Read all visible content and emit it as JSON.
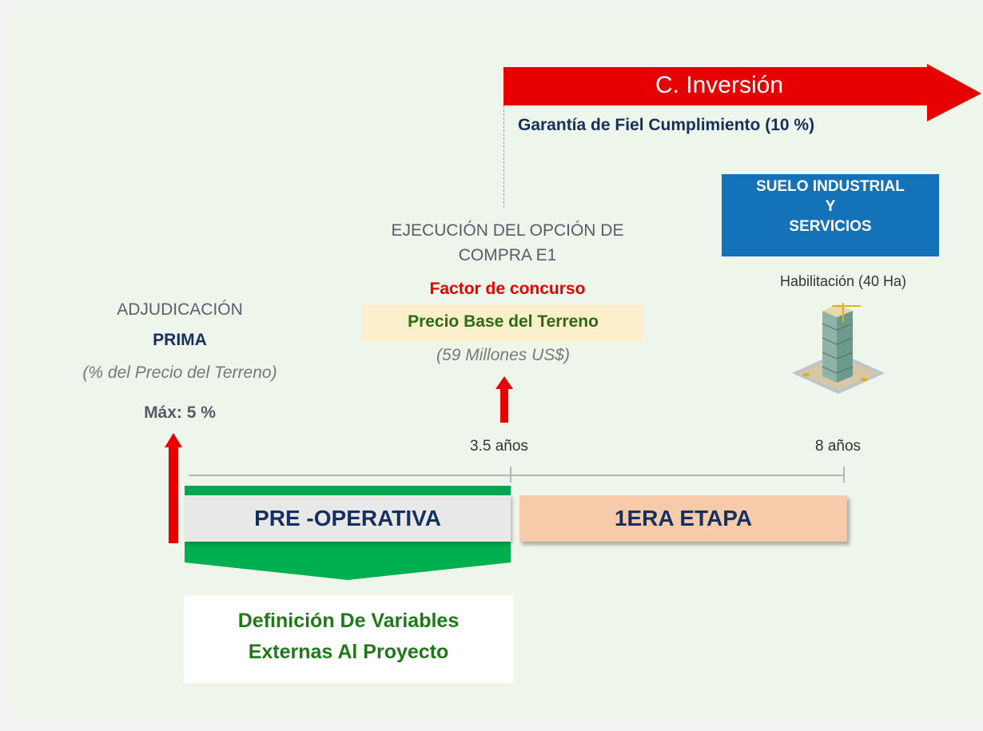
{
  "arrow": {
    "label": "C. Inversión",
    "color": "#e60000"
  },
  "guarantee": "Garantía de Fiel Cumplimiento (10 %)",
  "suelo_box": {
    "line1": "SUELO INDUSTRIAL",
    "line2": "Y",
    "line3": "SERVICIOS",
    "color": "#1472b8"
  },
  "habilitacion": "Habilitación (40 Ha)",
  "ejecucion": {
    "line1": "EJECUCIÓN DEL OPCIÓN DE",
    "line2": "COMPRA E1"
  },
  "factor": "Factor de concurso",
  "precio_base": "Precio Base del Terreno",
  "millones": "(59 Millones US$)",
  "adjudicacion": {
    "title": "ADJUDICACIÓN",
    "prima": "PRIMA",
    "pct": "(% del Precio del Terreno)",
    "max": "Máx: 5 %"
  },
  "timeline": {
    "mark_35": "3.5 años",
    "mark_8": "8 años"
  },
  "phases": {
    "pre_operativa": "PRE -OPERATIVA",
    "primera_etapa": "1ERA ETAPA"
  },
  "definicion": {
    "line1": "Definición De Variables",
    "line2": "Externas Al Proyecto"
  },
  "icons": [
    "building-icon",
    "red-arrow-up-icon",
    "big-red-arrow-right-icon"
  ]
}
